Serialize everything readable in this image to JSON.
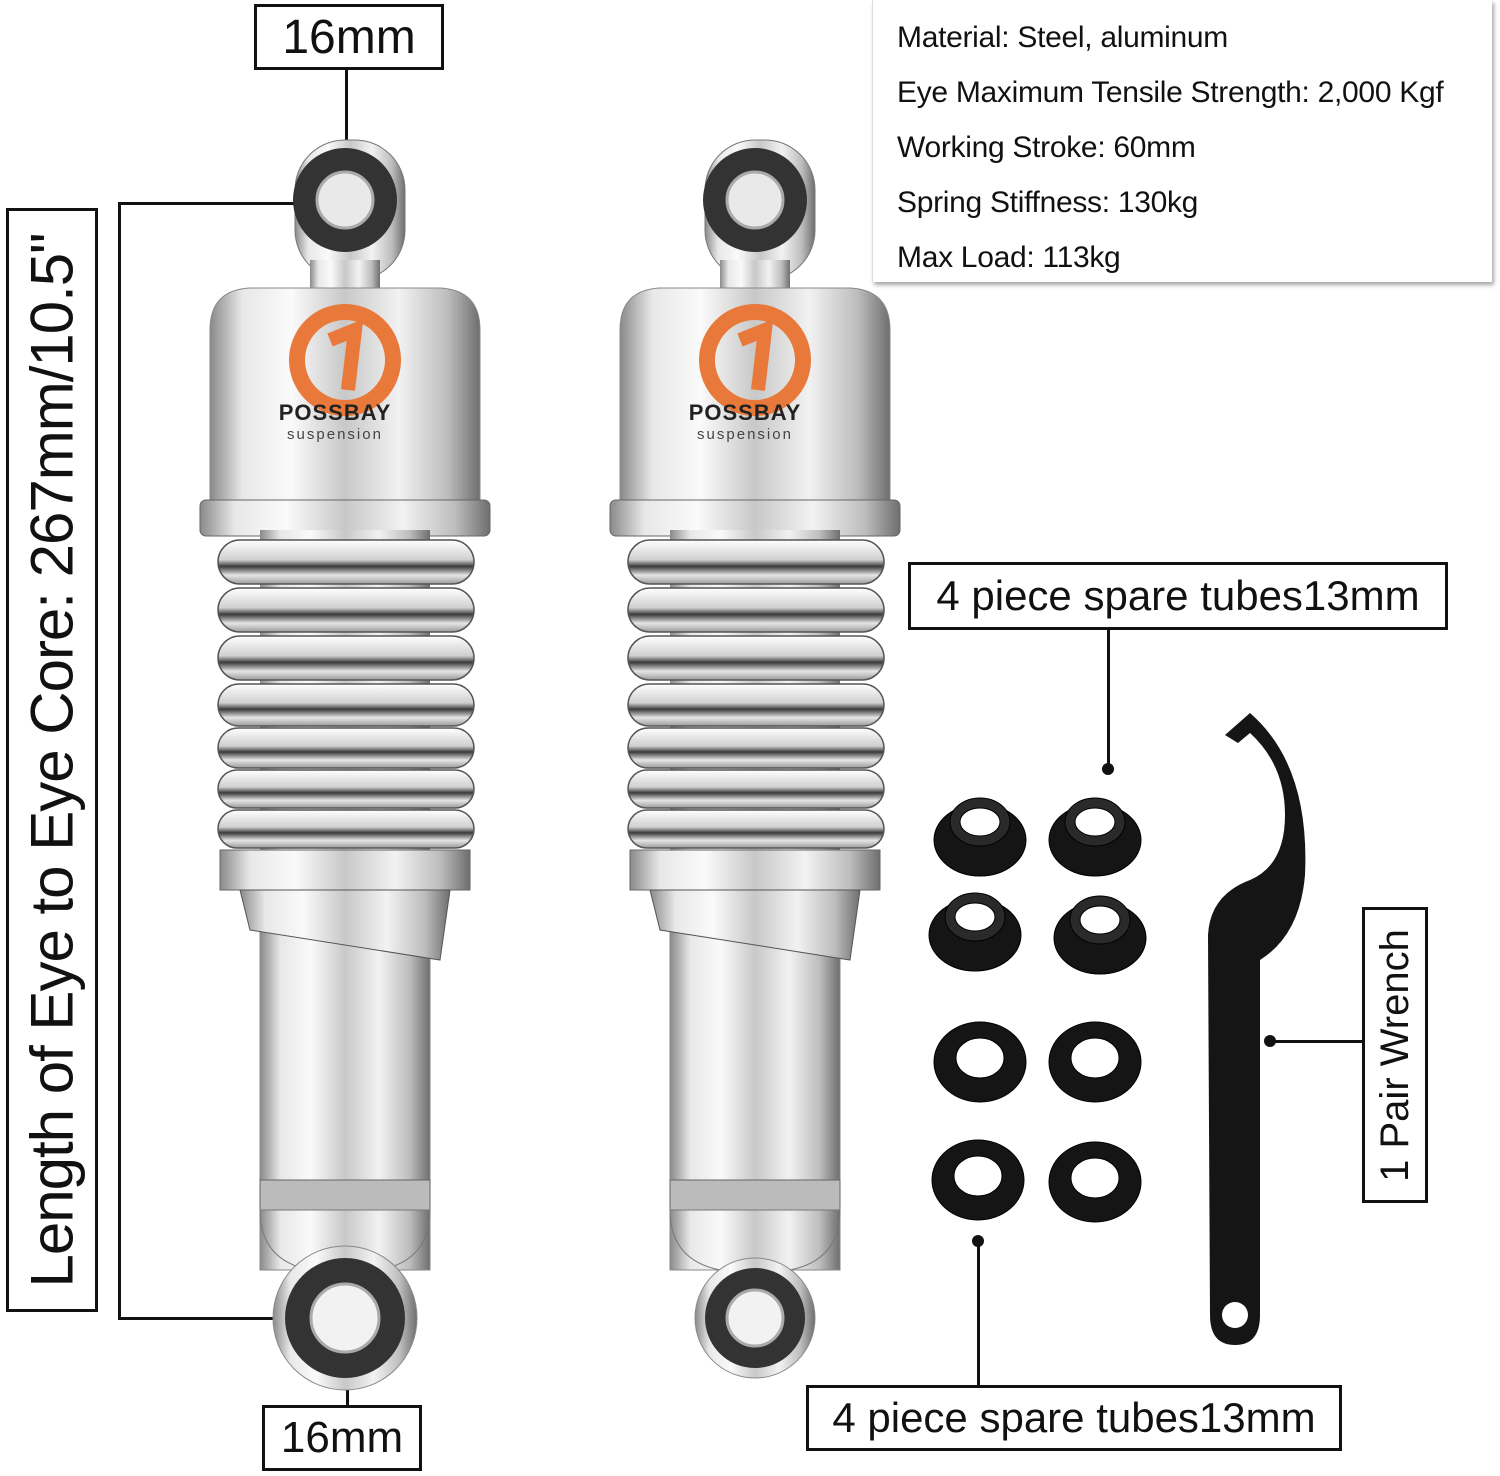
{
  "product": {
    "brand": "POSSBAY",
    "brand_tagline": "suspension",
    "colors": {
      "chrome": "#d9d9d9",
      "logo_orange": "#e8793a",
      "black_parts": "#111111",
      "outline": "#111111"
    }
  },
  "specs": {
    "lines": [
      "Material: Steel, aluminum",
      "Eye Maximum Tensile Strength: 2,000 Kgf",
      "Working Stroke: 60mm",
      "Spring Stiffness: 130kg",
      "Max Load: 113kg"
    ]
  },
  "annotations": {
    "top_eye": "16mm",
    "bottom_eye": "16mm",
    "length": "Length of Eye to Eye Core: 267mm/10.5\"",
    "spare_tubes_top": "4 piece spare tubes13mm",
    "spare_tubes_bottom": "4 piece spare tubes13mm",
    "wrench": "1 Pair Wrench"
  }
}
